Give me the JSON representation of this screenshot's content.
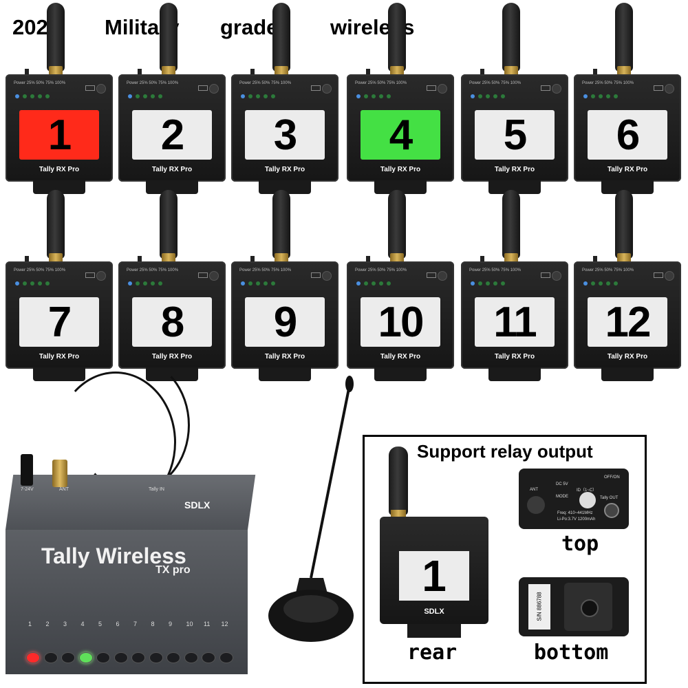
{
  "headline": [
    "2022",
    "Military",
    "grade",
    "wireless"
  ],
  "receiver": {
    "led_labels": "Power 25% 50% 75% 100%",
    "model_label": "Tally RX Pro",
    "units": [
      {
        "number": "1",
        "screen_color": "#ff2a1a"
      },
      {
        "number": "2",
        "screen_color": "#ececec"
      },
      {
        "number": "3",
        "screen_color": "#ececec"
      },
      {
        "number": "4",
        "screen_color": "#44e044"
      },
      {
        "number": "5",
        "screen_color": "#ececec"
      },
      {
        "number": "6",
        "screen_color": "#ececec"
      },
      {
        "number": "7",
        "screen_color": "#ececec"
      },
      {
        "number": "8",
        "screen_color": "#ececec"
      },
      {
        "number": "9",
        "screen_color": "#ececec"
      },
      {
        "number": "10",
        "screen_color": "#ececec"
      },
      {
        "number": "11",
        "screen_color": "#ececec"
      },
      {
        "number": "12",
        "screen_color": "#ececec"
      }
    ]
  },
  "transmitter": {
    "title": "Tally Wireless",
    "subtitle": "TX pro",
    "brand": "SDLX",
    "ports": [
      "7-24V",
      "ANT",
      "Tally IN"
    ],
    "channels": [
      "1",
      "2",
      "3",
      "4",
      "5",
      "6",
      "7",
      "8",
      "9",
      "10",
      "11",
      "12"
    ],
    "active_red": "1",
    "active_green": "4"
  },
  "inset": {
    "heading": "Support relay output",
    "rear_number": "1",
    "rear_brand": "SDLX",
    "top_panel_text": {
      "dc": "DC 5V",
      "ant": "ANT",
      "id": "ID（1~C）",
      "onoff": "OFF/ON",
      "mode": "MODE",
      "tally_out": "Tally OUT",
      "freq": "Freq: 410~441MHz",
      "battery": "Li-Po:3.7V 1200mAh"
    },
    "bottom_serial": "S/N 886788",
    "captions": {
      "rear": "rear",
      "top": "top",
      "bottom": "bottom"
    }
  }
}
